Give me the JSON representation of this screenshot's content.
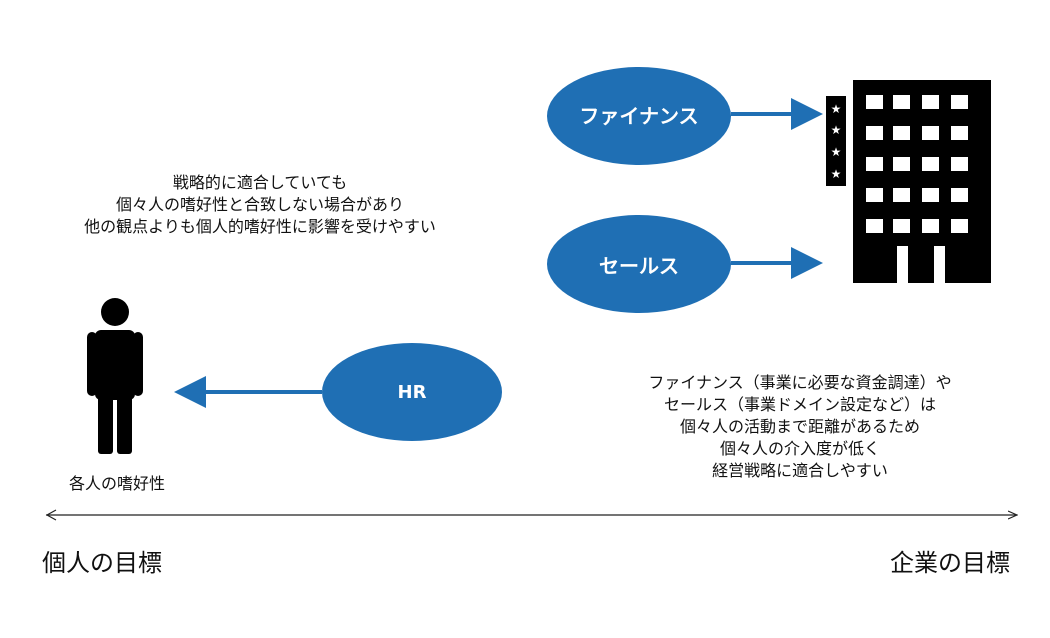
{
  "notes": {
    "left": [
      "戦略的に適合していても",
      "個々人の嗜好性と合致しない場合があり",
      "他の観点よりも個人的嗜好性に影響を受けやすい"
    ],
    "right": [
      "ファイナンス（事業に必要な資金調達）や",
      "セールス（事業ドメイン設定など）は",
      "個々人の活動まで距離があるため",
      "個々人の介入度が低く",
      "経営戦略に適合しやすい"
    ]
  },
  "nodes": {
    "finance": "ファイナンス",
    "sales": "セールス",
    "hr": "HR"
  },
  "person": {
    "caption": "各人の嗜好性"
  },
  "axis": {
    "left_label": "個人の目標",
    "right_label": "企業の目標"
  },
  "colors": {
    "node_fill": "#1f6fb4",
    "arrow": "#1f6fb4",
    "icon": "#000000"
  },
  "icons": {
    "person": "person-icon",
    "building": "hotel-building-icon"
  }
}
